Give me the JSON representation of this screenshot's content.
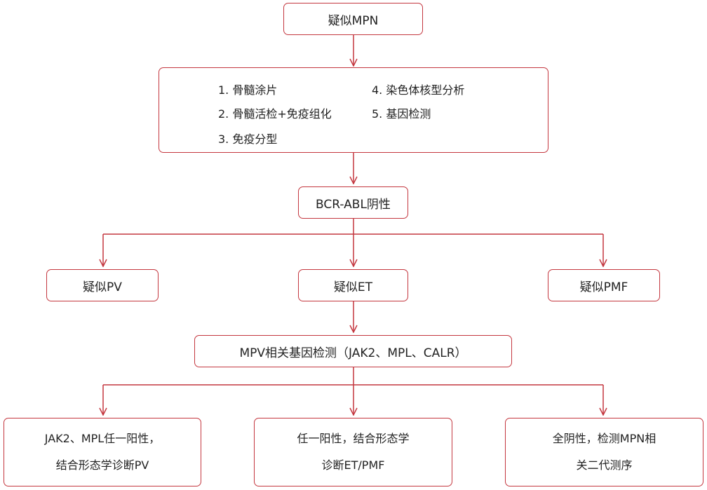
{
  "nodes": {
    "suspect_mpn": "疑似MPN",
    "workup": {
      "items": [
        "1. 骨髓涂片",
        "2. 骨髓活检+免疫组化",
        "3. 免疫分型",
        "4. 染色体核型分析",
        "5. 基因检测"
      ]
    },
    "bcr_abl": "BCR-ABL阴性",
    "suspect_pv": "疑似PV",
    "suspect_et": "疑似ET",
    "suspect_pmf": "疑似PMF",
    "gene_test": "MPV相关基因检测（JAK2、MPL、CALR）",
    "outcome_pv": [
      "JAK2、MPL任一阳性，",
      "结合形态学诊断PV"
    ],
    "outcome_et": [
      "任一阳性，结合形态学",
      "诊断ET/PMF"
    ],
    "outcome_neg": [
      "全阴性，检测MPN相",
      "关二代测序"
    ]
  },
  "colors": {
    "accent": "#c4373f"
  }
}
